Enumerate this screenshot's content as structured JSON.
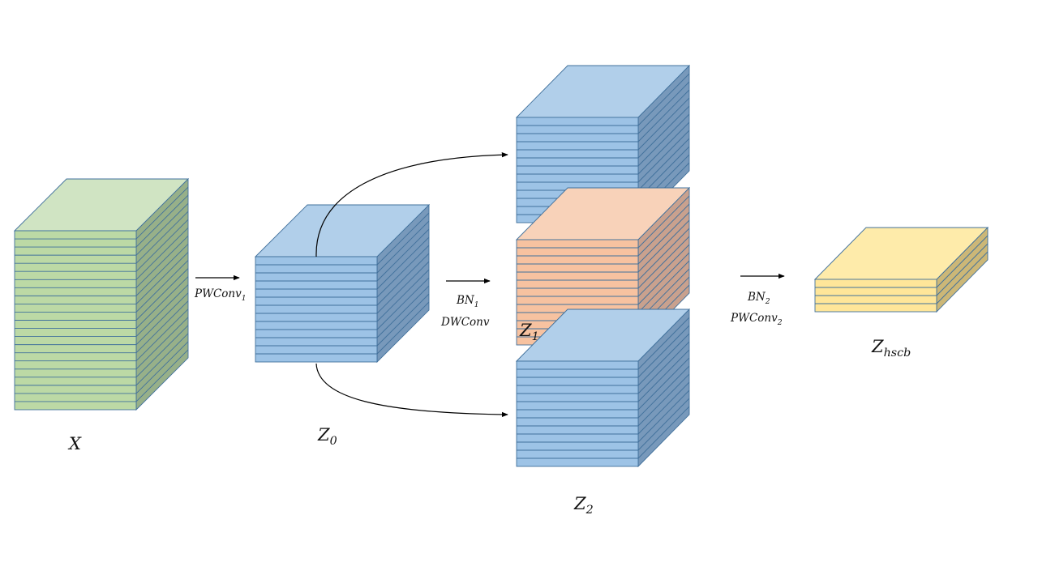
{
  "colors": {
    "background": "#ffffff",
    "green": {
      "front": "#bcd9a5",
      "top": "#d0e4c3",
      "side": "#97b089",
      "stroke": "#41719c"
    },
    "blue": {
      "front": "#9dc3e6",
      "top": "#b1cfea",
      "side": "#7899bb",
      "stroke": "#41719c"
    },
    "orange": {
      "front": "#f7c2a0",
      "top": "#f8d2b9",
      "side": "#c9a18e",
      "stroke": "#41719c"
    },
    "yellow": {
      "front": "#ffe699",
      "top": "#feebaa",
      "side": "#ccb777",
      "stroke": "#41719c"
    },
    "arrow": "#000000"
  },
  "blocks": [
    {
      "id": "x",
      "color": "green",
      "layers": 22
    },
    {
      "id": "z0",
      "color": "blue",
      "layers": 13
    },
    {
      "id": "z2_top",
      "color": "blue",
      "layers": 13
    },
    {
      "id": "z1",
      "color": "orange",
      "layers": 13
    },
    {
      "id": "z2_bottom",
      "color": "blue",
      "layers": 13
    },
    {
      "id": "zhscb",
      "color": "yellow",
      "layers": 4
    }
  ],
  "labels": {
    "x": {
      "base": "X",
      "sub": ""
    },
    "z0": {
      "base": "Z",
      "sub": "0"
    },
    "z1": {
      "base": "Z",
      "sub": "1"
    },
    "z2": {
      "base": "Z",
      "sub": "2"
    },
    "zhscb": {
      "base": "Z",
      "sub": "hscb"
    }
  },
  "ops": {
    "pwconv1": {
      "base": "PWConv",
      "sub": "1"
    },
    "bn1": {
      "base": "BN",
      "sub": "1"
    },
    "dwconv": {
      "text": "DWConv"
    },
    "bn2": {
      "base": "BN",
      "sub": "2"
    },
    "pwconv2": {
      "base": "PWConv",
      "sub": "2"
    }
  }
}
